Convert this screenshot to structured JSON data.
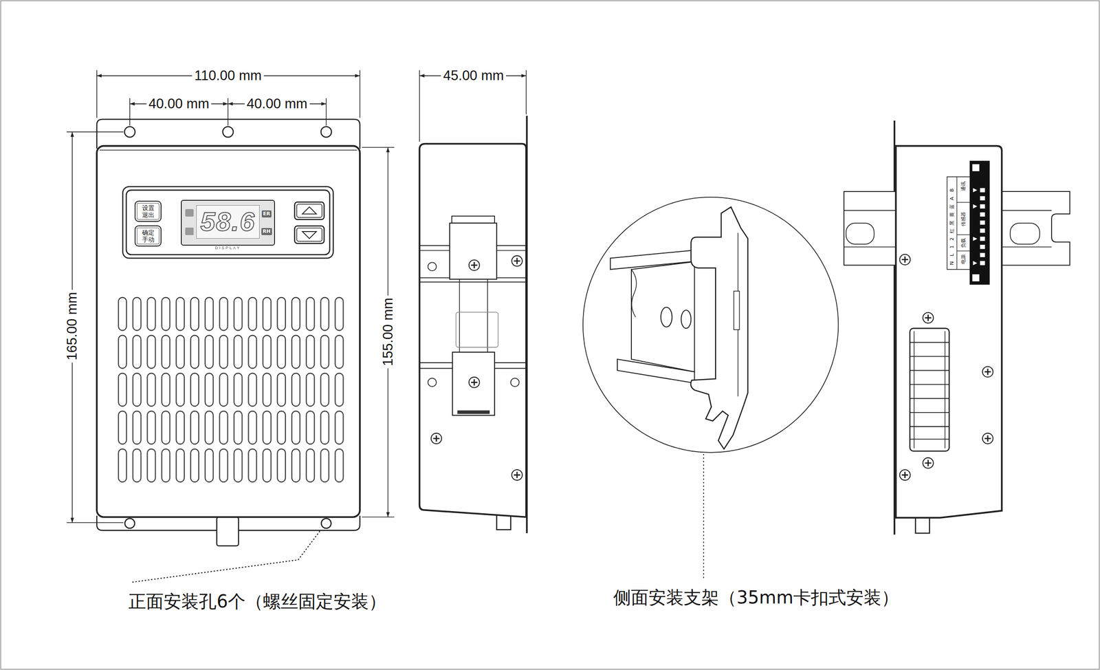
{
  "diagram": {
    "nodes": [
      {
        "text": [
          "设置",
          "退出"
        ]
      },
      {
        "text": [
          "确定",
          "手动"
        ]
      },
      {
        "text": [
          "58.6",
          "DISPLAY"
        ]
      }
    ],
    "labels": [
      "110.00 mm",
      "40.00 mm",
      "40.00 mm",
      "165.00 mm",
      "155.00 mm",
      "45.00 mm",
      "ER",
      "RH",
      "N",
      "L",
      "1",
      "2",
      "红",
      "黑",
      "黄",
      "蓝",
      "A",
      "B",
      "电源",
      "负载",
      "传感器",
      "通讯",
      "正面安装孔6个（螺丝固定安装）",
      "侧面安装支架（35mm卡扣式安装）"
    ]
  }
}
